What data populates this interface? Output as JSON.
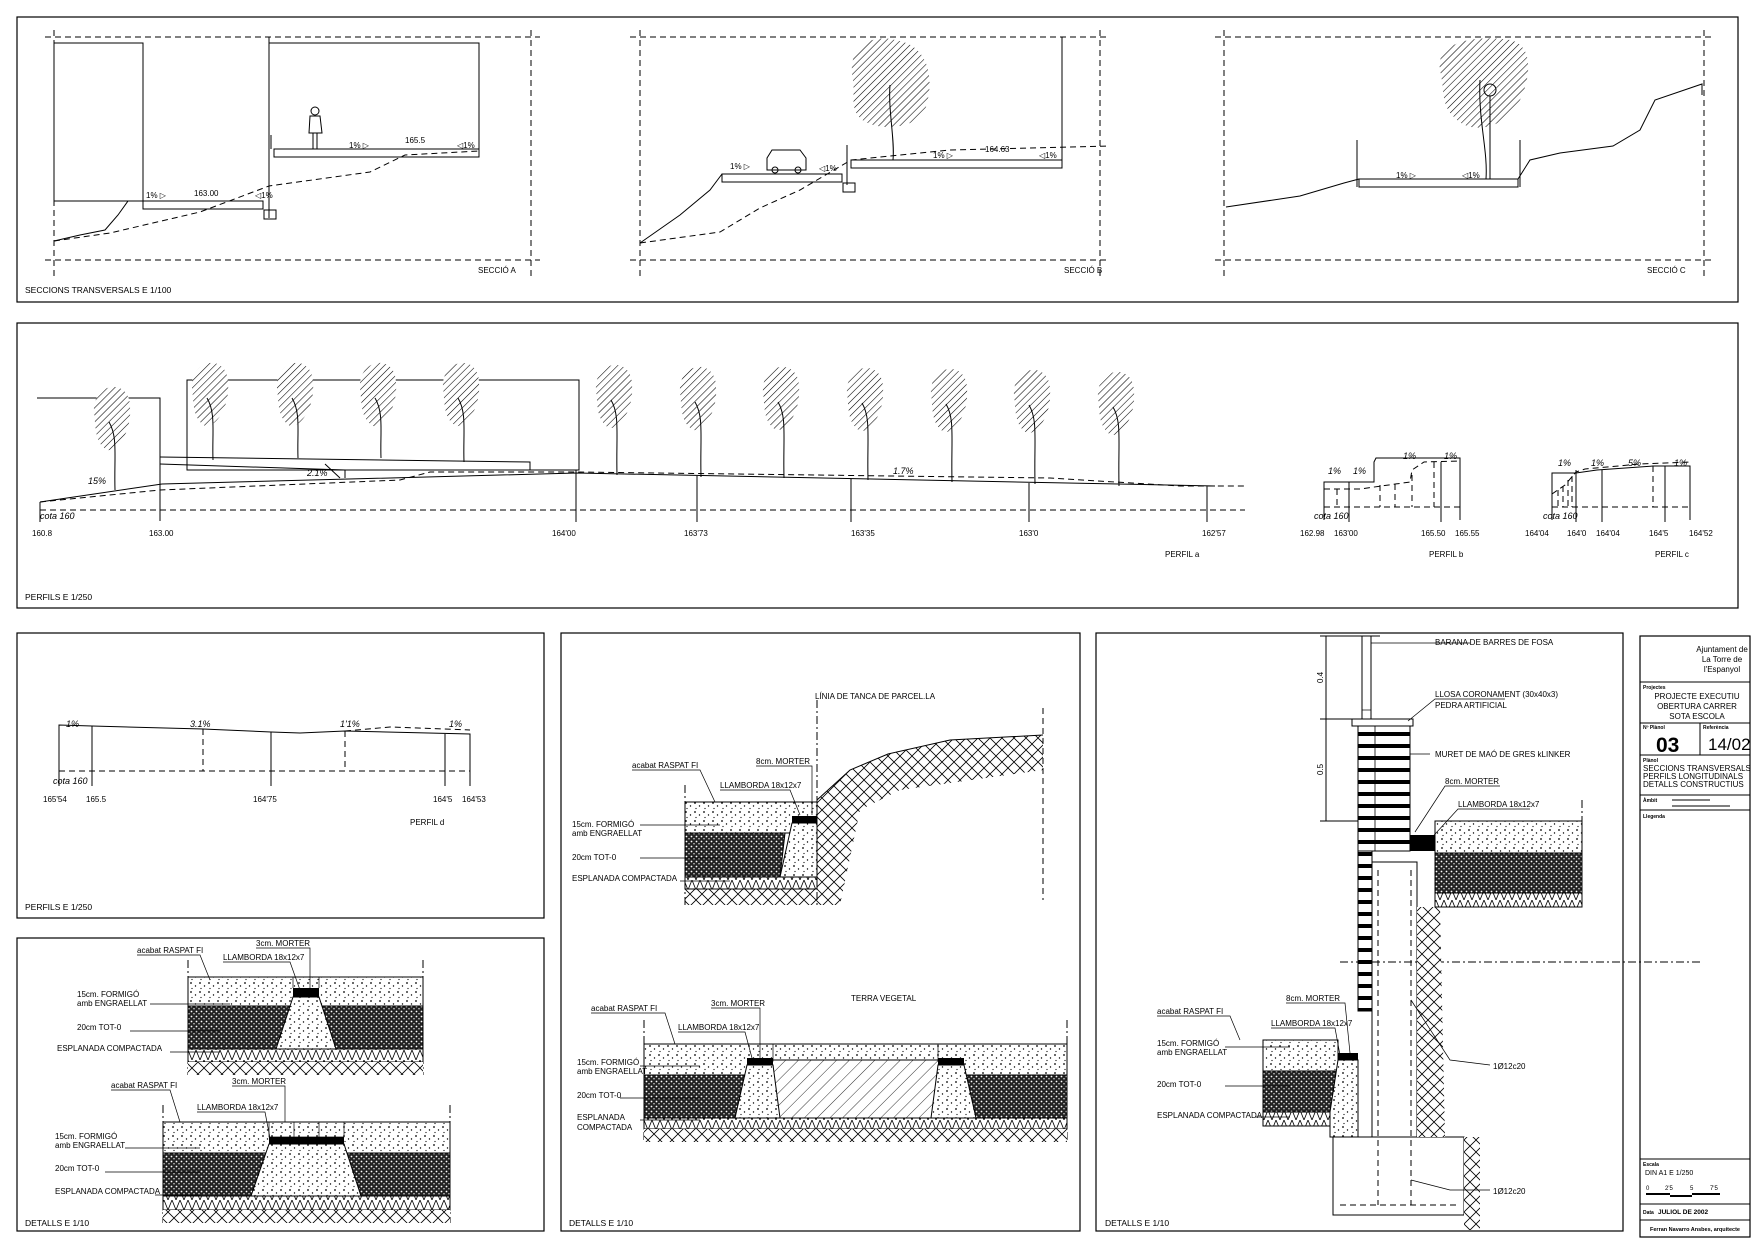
{
  "sections": {
    "panel_title": "SECCIONS TRANSVERSALS E 1/100",
    "a": {
      "label": "SECCIÓ A",
      "slope_1": "1% ▷",
      "level_1": "163.00",
      "slope_2": "◁1%",
      "slope_3": "1% ▷",
      "level_2": "165.5",
      "slope_4": "◁1%"
    },
    "b": {
      "label": "SECCIÓ B",
      "slope_1": "1% ▷",
      "slope_2": "◁1%",
      "slope_3": "1% ▷",
      "level_1": "164.63",
      "slope_4": "◁1%"
    },
    "c": {
      "label": "SECCIÓ C",
      "slope_1": "1% ▷",
      "slope_2": "◁1%"
    }
  },
  "profiles": {
    "panel_title": "PERFILS E 1/250",
    "a": {
      "label": "PERFIL a",
      "datum": "cota 160",
      "slopes": [
        "15%",
        "2.1%",
        "1.7%"
      ],
      "stations": [
        "160.8",
        "163.00",
        "164'00",
        "163'73",
        "163'35",
        "163'0",
        "162'57"
      ]
    },
    "b": {
      "label": "PERFIL b",
      "datum": "cota 160",
      "slopes": [
        "1%",
        "1%",
        "1%",
        "1%"
      ],
      "stations": [
        "162.98",
        "163'00",
        "165.50",
        "165.55"
      ]
    },
    "c": {
      "label": "PERFIL c",
      "datum": "cota 160",
      "slopes": [
        "1%",
        "1%",
        "5%",
        "1%"
      ],
      "stations": [
        "164'04",
        "164'0",
        "164'04",
        "164'5",
        "164'52"
      ]
    },
    "d": {
      "panel_title": "PERFILS E 1/250",
      "label": "PERFIL d",
      "datum": "cota 160",
      "slopes": [
        "1%",
        "3.1%",
        "1'1%",
        "1%"
      ],
      "stations": [
        "165'54",
        "165.5",
        "164'75",
        "164'5",
        "164'53"
      ]
    }
  },
  "details_left": {
    "panel_title": "DETALLS E 1/10",
    "d1": {
      "finish": "acabat RASPAT FI",
      "mortar": "3cm. MORTER",
      "paver": "LLAMBORDA 18x12x7",
      "concrete_1": "15cm. FORMIGÓ",
      "concrete_2": "amb ENGRAELLAT",
      "base": "20cm TOT-0",
      "subgrade": "ESPLANADA COMPACTADA"
    },
    "d2": {
      "finish": "acabat RASPAT FI",
      "mortar": "3cm. MORTER",
      "paver": "LLAMBORDA 18x12x7",
      "concrete_1": "15cm. FORMIGÓ",
      "concrete_2": "amb ENGRAELLAT",
      "base": "20cm TOT-0",
      "subgrade": "ESPLANADA COMPACTADA"
    }
  },
  "details_mid": {
    "panel_title": "DETALLS E 1/10",
    "d1": {
      "fence_line": "LÍNIA DE TANCA DE PARCEL.LA",
      "finish": "acabat RASPAT FI",
      "mortar": "8cm. MORTER",
      "paver": "LLAMBORDA 18x12x7",
      "concrete_1": "15cm. FORMIGÓ",
      "concrete_2": "amb ENGRAELLAT",
      "base": "20cm TOT-0",
      "subgrade": "ESPLANADA COMPACTADA"
    },
    "d2": {
      "topsoil": "TERRA VEGETAL",
      "finish": "acabat RASPAT FI",
      "mortar": "3cm. MORTER",
      "paver": "LLAMBORDA 18x12x7",
      "concrete_1": "15cm. FORMIGÓ",
      "concrete_2": "amb ENGRAELLAT",
      "base": "20cm TOT-0",
      "subgrade_1": "ESPLANADA",
      "subgrade_2": "COMPACTADA"
    }
  },
  "details_right": {
    "panel_title": "DETALLS E 1/10",
    "railing": "BARANA DE BARRES DE FOSA",
    "coping_1": "LLOSA CORONAMENT (30x40x3)",
    "coping_2": "PEDRA ARTIFICIAL",
    "wall": "MURET DE MAÓ DE GRES kLINKER",
    "mortar_top": "8cm. MORTER",
    "paver_top": "LLAMBORDA 18x12x7",
    "dim_1": "0.4",
    "dim_2": "0.5",
    "finish": "acabat RASPAT FI",
    "mortar": "8cm. MORTER",
    "paver": "LLAMBORDA 18x12x7",
    "concrete_1": "15cm. FORMIGÓ",
    "concrete_2": "amb ENGRAELLAT",
    "base": "20cm TOT-0",
    "subgrade": "ESPLANADA COMPACTADA",
    "rebar_1": "1Ø12c20",
    "rebar_2": "1Ø12c20"
  },
  "title_block": {
    "client_1": "Ajuntament de",
    "client_2": "La Torre de",
    "client_3": "l'Espanyol",
    "project_label": "Projectes",
    "project_1": "PROJECTE EXECUTIU",
    "project_2": "OBERTURA CARRER",
    "project_3": "SOTA ESCOLA",
    "sheet_no_label": "Nº Plànol",
    "sheet_no": "03",
    "ref_label": "Referència",
    "ref": "14/02",
    "sheet_label": "Plànol",
    "sheet_1": "SECCIONS TRANSVERSALS",
    "sheet_2": "PERFILS LONGITUDINALS",
    "sheet_3": "DETALLS CONSTRUCTIUS",
    "scope_label": "Àmbit",
    "legend_label": "Llegenda",
    "scale_label": "Escala",
    "scale": "DIN A1    E 1/250",
    "scale_bar": [
      "0",
      "2'5",
      "5",
      "7'5"
    ],
    "date_label": "Data",
    "date": "JULIOL DE 2002",
    "author": "Ferran Navarro Ansbes, arquitecte"
  }
}
